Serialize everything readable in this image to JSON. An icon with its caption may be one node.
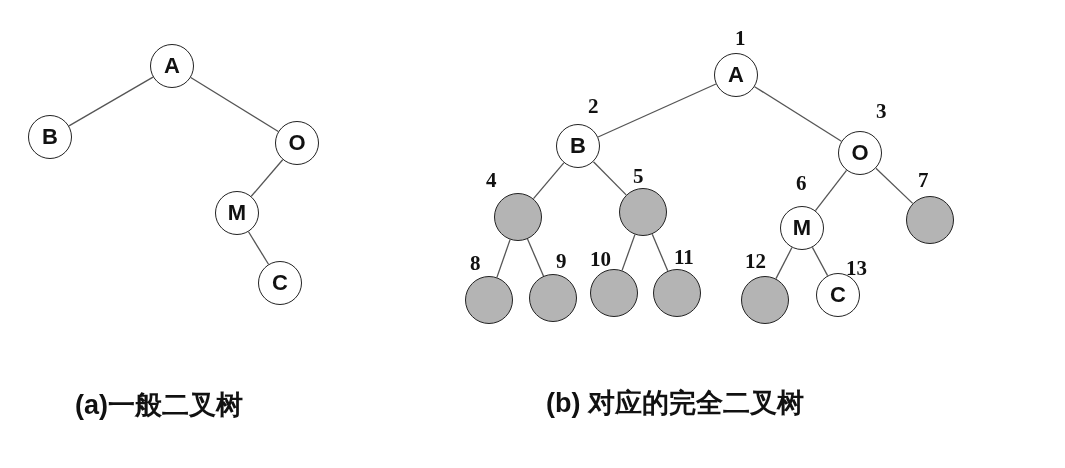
{
  "diagram": {
    "nodes": [
      {
        "text": [
          "A"
        ]
      },
      {
        "text": [
          "B"
        ]
      },
      {
        "text": [
          "O"
        ]
      },
      {
        "text": [
          "M"
        ]
      },
      {
        "text": [
          "C"
        ]
      },
      {
        "text": [
          "A"
        ],
        "beside": [
          "1"
        ]
      },
      {
        "text": [
          "B"
        ],
        "beside": [
          "2"
        ]
      },
      {
        "text": [
          "O"
        ],
        "beside": [
          "3"
        ]
      },
      {
        "text": [],
        "shape": "circle",
        "beside": [
          "4"
        ]
      },
      {
        "text": [],
        "shape": "circle",
        "beside": [
          "5"
        ]
      },
      {
        "text": [
          "M"
        ],
        "beside": [
          "6"
        ]
      },
      {
        "text": [],
        "shape": "circle",
        "beside": [
          "7"
        ]
      },
      {
        "text": [],
        "shape": "circle",
        "beside": [
          "8"
        ]
      },
      {
        "text": [],
        "shape": "circle",
        "beside": [
          "9"
        ]
      },
      {
        "text": [],
        "shape": "circle",
        "beside": [
          "10"
        ]
      },
      {
        "text": [],
        "shape": "circle",
        "beside": [
          "11"
        ]
      },
      {
        "text": [],
        "shape": "circle",
        "beside": [
          "12"
        ]
      },
      {
        "text": [
          "C"
        ],
        "beside": [
          "13"
        ]
      }
    ],
    "edges": [
      {
        "from": 0,
        "to": 1,
        "arrow": "none"
      },
      {
        "from": 0,
        "to": 2,
        "arrow": "none"
      },
      {
        "from": 2,
        "to": 3,
        "arrow": "none"
      },
      {
        "from": 3,
        "to": 4,
        "arrow": "none"
      },
      {
        "from": 5,
        "to": 6,
        "arrow": "none"
      },
      {
        "from": 5,
        "to": 7,
        "arrow": "none"
      },
      {
        "from": 6,
        "to": 8,
        "arrow": "none"
      },
      {
        "from": 6,
        "to": 9,
        "arrow": "none"
      },
      {
        "from": 7,
        "to": 10,
        "arrow": "none"
      },
      {
        "from": 7,
        "to": 11,
        "arrow": "none"
      },
      {
        "from": 8,
        "to": 12,
        "arrow": "none"
      },
      {
        "from": 8,
        "to": 13,
        "arrow": "none"
      },
      {
        "from": 9,
        "to": 14,
        "arrow": "none"
      },
      {
        "from": 9,
        "to": 15,
        "arrow": "none"
      },
      {
        "from": 10,
        "to": 16,
        "arrow": "none"
      },
      {
        "from": 10,
        "to": 17,
        "arrow": "none"
      }
    ],
    "labels": [
      "(a)一般二叉树",
      "(b) 对应的完全二叉树"
    ]
  }
}
